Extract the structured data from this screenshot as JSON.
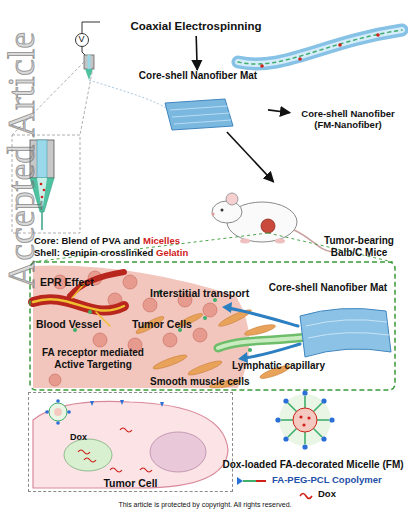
{
  "diagram": {
    "nodes": [
      {
        "text": [
          "Coaxial Electrospinning"
        ]
      },
      {
        "text": [
          "Core-shell Nanofiber Mat"
        ]
      },
      {
        "text": [
          "Core-shell Nanofiber (FM-Nanofiber)"
        ]
      },
      {
        "text": [
          "Tumor-bearing Balb/C Mice"
        ]
      },
      {
        "text": [
          "Core-shell Nanofiber Mat"
        ]
      },
      {
        "text": [
          "Tumor Cell"
        ]
      },
      {
        "text": [
          "Dox-loaded FA-decorated Micelle (FM)"
        ]
      }
    ],
    "edges": [
      {
        "from": 0,
        "to": 1,
        "arrow": "to"
      },
      {
        "from": 1,
        "to": 2,
        "arrow": "to"
      },
      {
        "from": 1,
        "to": 3,
        "arrow": "to"
      }
    ],
    "labels": [
      "V",
      "Core: Blend of PVA and",
      "Micelles",
      "Shell: Genipin crosslinked",
      "Gelatin",
      "EPR Effect",
      "Interstitial transport",
      "Blood Vessel",
      "Tumor Cells",
      "Lymphatic capillary",
      "Smooth muscle cells",
      "FA receptor mediated Active Targeting",
      "Dox",
      "This article is protected by copyright. All rights reserved.",
      "Accepted Article"
    ],
    "legend": [
      {
        "text": "FA-PEG-PCL Copolymer"
      },
      {
        "text": "Dox"
      }
    ]
  }
}
